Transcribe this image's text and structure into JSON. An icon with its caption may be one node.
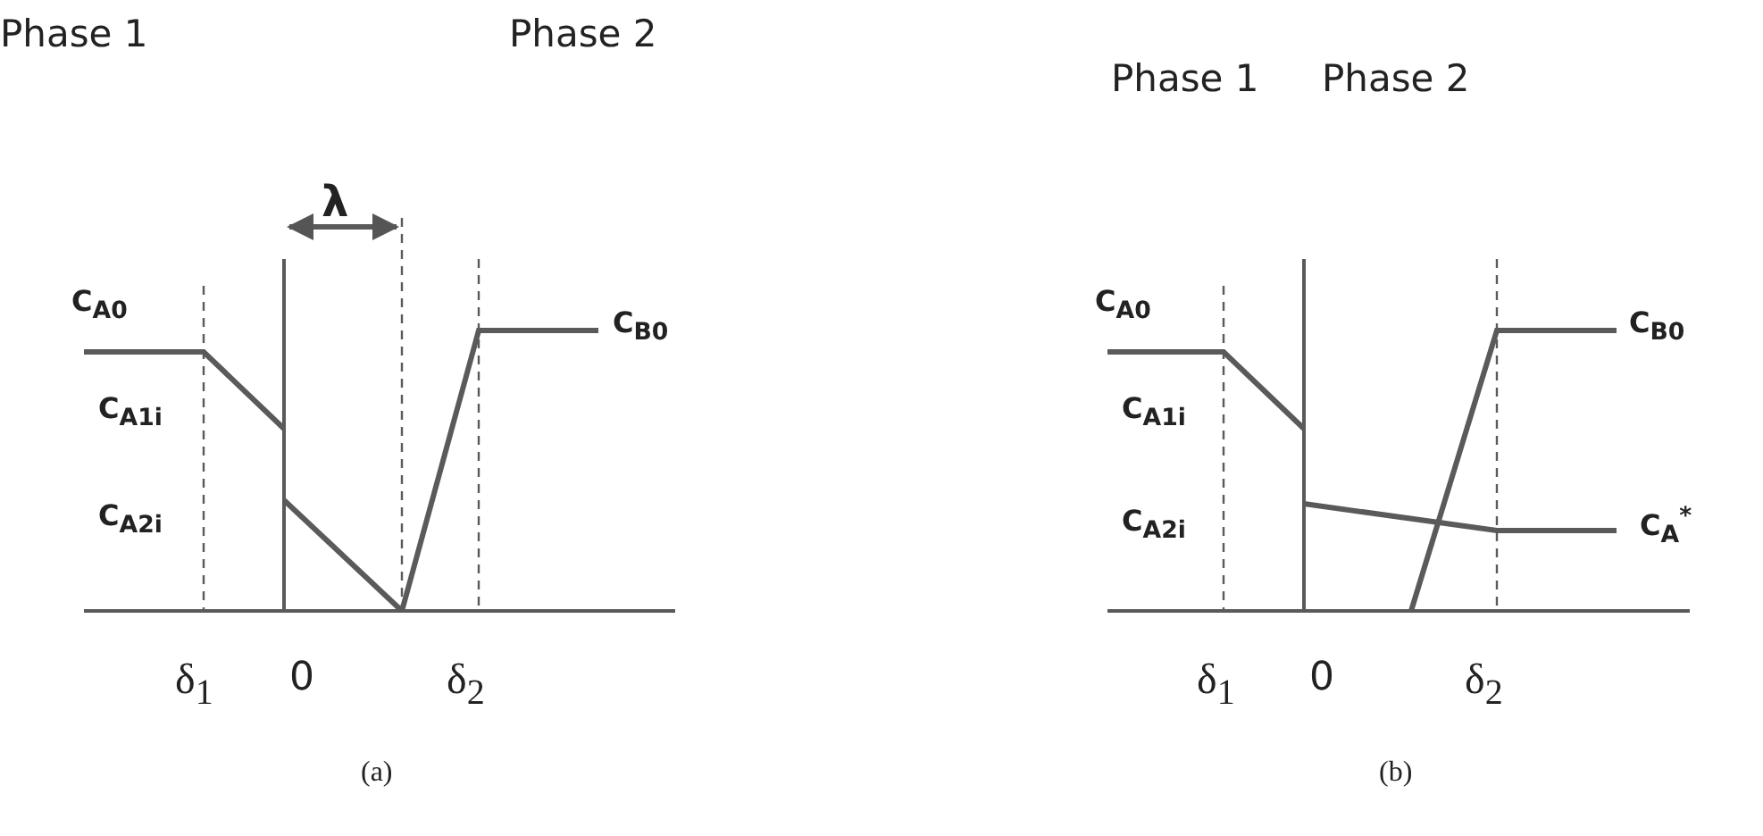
{
  "diagram": {
    "labels": [
      "Phase 1",
      "Phase 2",
      "λ",
      "C$_{A0}$",
      "C$_{B0}$",
      "C$_{A1i}$",
      "C$_{A2i}$",
      "δ$_{1}$",
      "0",
      "δ$_{2}$",
      "(a)",
      "Phase 1",
      "Phase 2",
      "C$_{A0}$",
      "C$_{B0}$",
      "C$_{A1i}$",
      "C$_{A2i}$",
      "C$_{A}$$^{*}$",
      "δ$_{1}$",
      "0",
      "δ$_{2}$",
      "(b)"
    ]
  }
}
